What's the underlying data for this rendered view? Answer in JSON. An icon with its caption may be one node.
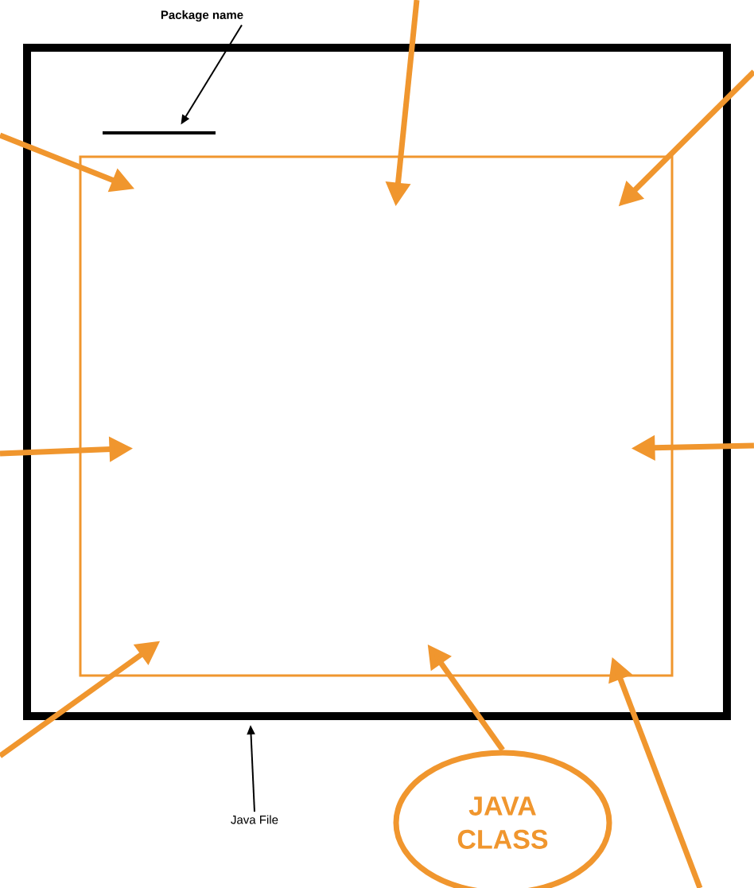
{
  "diagram": {
    "nodes": [
      {
        "text": [],
        "shape": "box"
      },
      {
        "text": [],
        "shape": "box",
        "in": 0
      },
      {
        "text": [],
        "shape": "bar",
        "in": 0
      },
      {
        "text": [
          "Package name"
        ]
      },
      {
        "text": [
          "Java File"
        ]
      },
      {
        "text": [
          "JAVA CLASS"
        ]
      }
    ],
    "edges": [
      {
        "from": 3,
        "to": 2,
        "arrow": "to",
        "color": "#000000"
      },
      {
        "from": 4,
        "to": 0,
        "arrow": "to",
        "color": "#000000"
      },
      {
        "from": null,
        "to": 1,
        "arrow": "to"
      },
      {
        "from": null,
        "to": 1,
        "arrow": "to"
      },
      {
        "from": null,
        "to": 1,
        "arrow": "to"
      },
      {
        "from": null,
        "to": 1,
        "arrow": "to"
      },
      {
        "from": null,
        "to": 1,
        "arrow": "to"
      },
      {
        "from": null,
        "to": 1,
        "arrow": "to"
      },
      {
        "from": 5,
        "to": 1,
        "arrow": "to"
      },
      {
        "from": null,
        "to": 1,
        "arrow": "to"
      }
    ]
  }
}
